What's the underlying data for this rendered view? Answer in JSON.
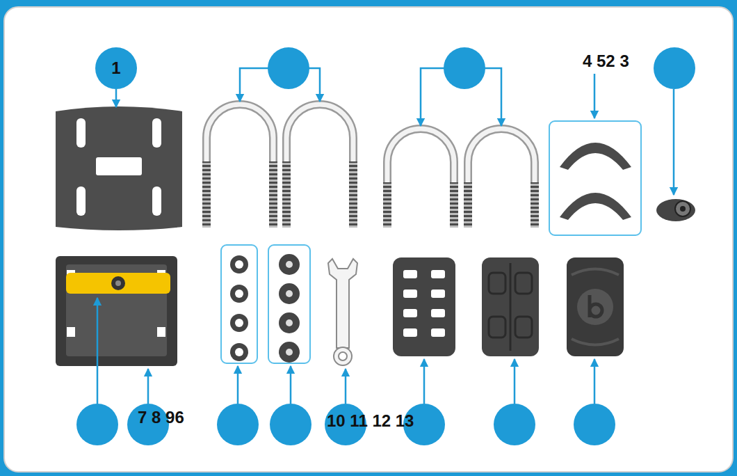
{
  "diagram": {
    "nodes": [
      {
        "text": [
          "1"
        ]
      }
    ],
    "labels": [
      "4 52 3",
      "7 8 96",
      "10 11 12 13"
    ]
  }
}
